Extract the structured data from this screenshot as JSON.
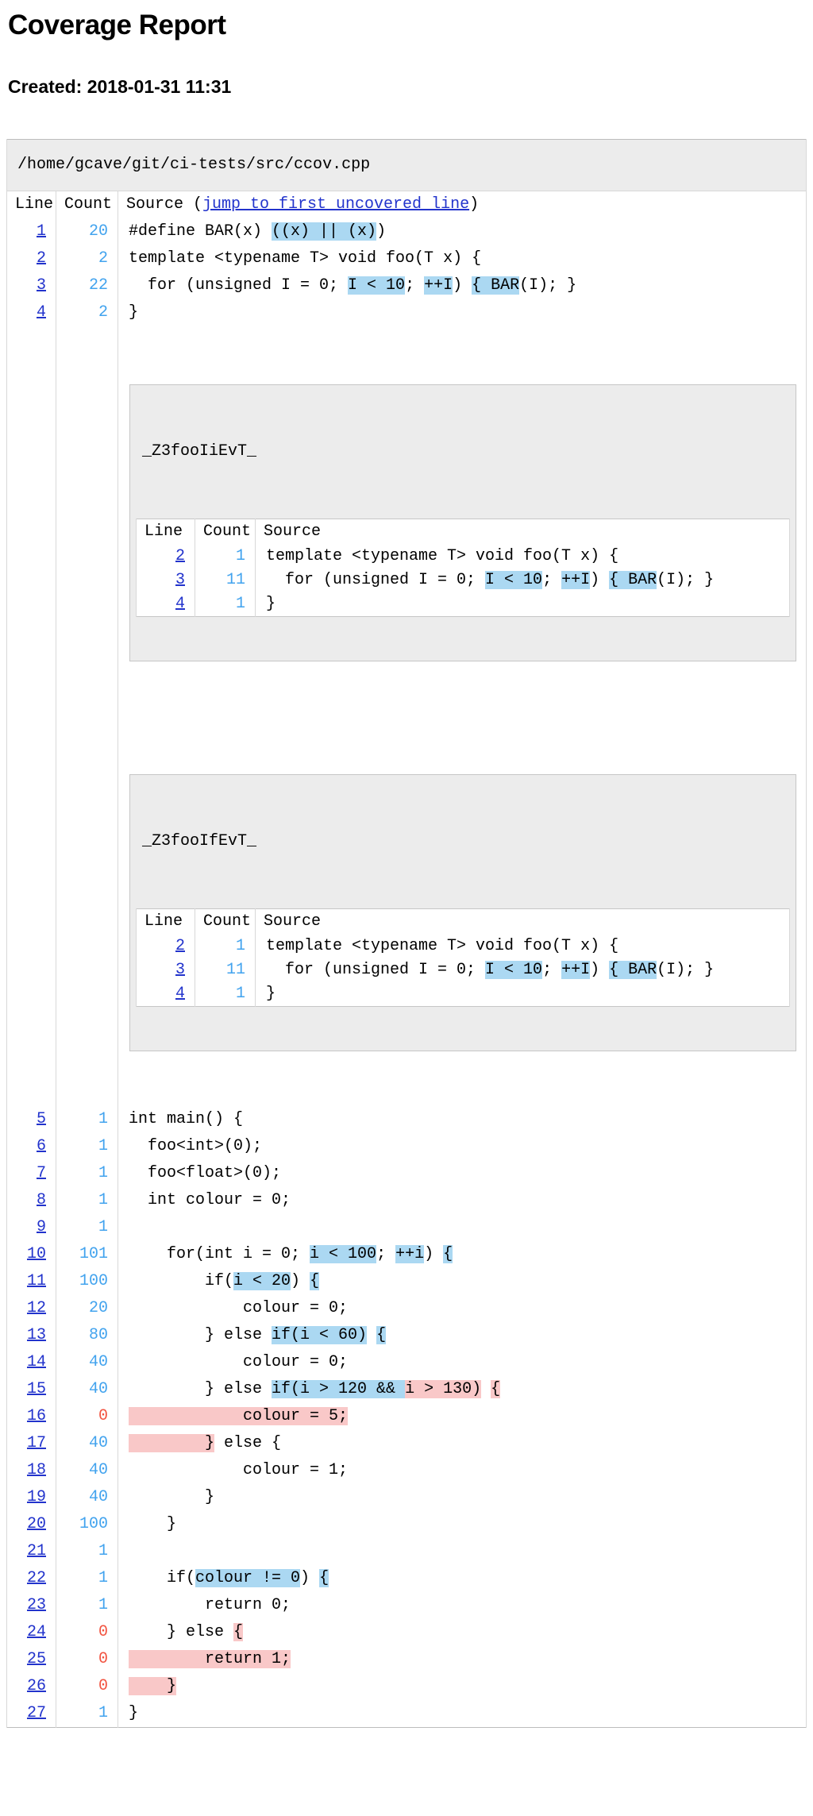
{
  "page": {
    "title": "Coverage Report",
    "created_label": "Created:",
    "created_value": "2018-01-31 11:31"
  },
  "report": {
    "file_path": "/home/gcave/git/ci-tests/src/ccov.cpp",
    "header": {
      "line": "Line",
      "count": "Count",
      "source_prefix": "Source (",
      "jump_link_text": "jump to first uncovered line",
      "source_suffix": ")",
      "jump_target_line": "16"
    },
    "body": [
      {
        "kind": "line",
        "line": "1",
        "count": "20",
        "zero": false,
        "segments": [
          [
            "#define BAR(x) ",
            ""
          ],
          [
            "((x) || (x)",
            "b"
          ],
          [
            ")",
            ""
          ]
        ]
      },
      {
        "kind": "line",
        "line": "2",
        "count": "2",
        "zero": false,
        "segments": [
          [
            "template <typename T> void foo(T x) {",
            ""
          ]
        ]
      },
      {
        "kind": "line",
        "line": "3",
        "count": "22",
        "zero": false,
        "segments": [
          [
            "  for (unsigned I = 0; ",
            ""
          ],
          [
            "I < 10",
            "b"
          ],
          [
            "; ",
            ""
          ],
          [
            "++I",
            "b"
          ],
          [
            ") ",
            ""
          ],
          [
            "{ BAR",
            "b"
          ],
          [
            "(I); }",
            ""
          ]
        ]
      },
      {
        "kind": "line",
        "line": "4",
        "count": "2",
        "zero": false,
        "segments": [
          [
            "}",
            ""
          ]
        ]
      },
      {
        "kind": "expansion",
        "index": 0
      },
      {
        "kind": "expansion",
        "index": 1
      },
      {
        "kind": "line",
        "line": "5",
        "count": "1",
        "zero": false,
        "segments": [
          [
            "int main() {",
            ""
          ]
        ]
      },
      {
        "kind": "line",
        "line": "6",
        "count": "1",
        "zero": false,
        "segments": [
          [
            "  foo<int>(0);",
            ""
          ]
        ]
      },
      {
        "kind": "line",
        "line": "7",
        "count": "1",
        "zero": false,
        "segments": [
          [
            "  foo<float>(0);",
            ""
          ]
        ]
      },
      {
        "kind": "line",
        "line": "8",
        "count": "1",
        "zero": false,
        "segments": [
          [
            "  int colour = 0;",
            ""
          ]
        ]
      },
      {
        "kind": "line",
        "line": "9",
        "count": "1",
        "zero": false,
        "segments": []
      },
      {
        "kind": "line",
        "line": "10",
        "count": "101",
        "zero": false,
        "segments": [
          [
            "    for(int i = 0; ",
            ""
          ],
          [
            "i < 100",
            "b"
          ],
          [
            "; ",
            ""
          ],
          [
            "++i",
            "b"
          ],
          [
            ") ",
            ""
          ],
          [
            "{",
            "b"
          ]
        ]
      },
      {
        "kind": "line",
        "line": "11",
        "count": "100",
        "zero": false,
        "segments": [
          [
            "        if(",
            ""
          ],
          [
            "i < 20",
            "b"
          ],
          [
            ") ",
            ""
          ],
          [
            "{",
            "b"
          ]
        ]
      },
      {
        "kind": "line",
        "line": "12",
        "count": "20",
        "zero": false,
        "segments": [
          [
            "            colour = 0;",
            ""
          ]
        ]
      },
      {
        "kind": "line",
        "line": "13",
        "count": "80",
        "zero": false,
        "segments": [
          [
            "        } else ",
            ""
          ],
          [
            "if(i < 60)",
            "b"
          ],
          [
            " ",
            ""
          ],
          [
            "{",
            "b"
          ]
        ]
      },
      {
        "kind": "line",
        "line": "14",
        "count": "40",
        "zero": false,
        "segments": [
          [
            "            colour = 0;",
            ""
          ]
        ]
      },
      {
        "kind": "line",
        "line": "15",
        "count": "40",
        "zero": false,
        "segments": [
          [
            "        } else ",
            ""
          ],
          [
            "if(i > 120 && ",
            "b"
          ],
          [
            "i > 130)",
            "r"
          ],
          [
            " ",
            ""
          ],
          [
            "{",
            "r"
          ]
        ]
      },
      {
        "kind": "line",
        "line": "16",
        "count": "0",
        "zero": true,
        "segments": [
          [
            "            colour = 5;",
            "r"
          ]
        ]
      },
      {
        "kind": "line",
        "line": "17",
        "count": "40",
        "zero": false,
        "segments": [
          [
            "        }",
            "r"
          ],
          [
            " else {",
            ""
          ]
        ]
      },
      {
        "kind": "line",
        "line": "18",
        "count": "40",
        "zero": false,
        "segments": [
          [
            "            colour = 1;",
            ""
          ]
        ]
      },
      {
        "kind": "line",
        "line": "19",
        "count": "40",
        "zero": false,
        "segments": [
          [
            "        }",
            ""
          ]
        ]
      },
      {
        "kind": "line",
        "line": "20",
        "count": "100",
        "zero": false,
        "segments": [
          [
            "    }",
            ""
          ]
        ]
      },
      {
        "kind": "line",
        "line": "21",
        "count": "1",
        "zero": false,
        "segments": []
      },
      {
        "kind": "line",
        "line": "22",
        "count": "1",
        "zero": false,
        "segments": [
          [
            "    if(",
            ""
          ],
          [
            "colour != 0",
            "b"
          ],
          [
            ") ",
            ""
          ],
          [
            "{",
            "b"
          ]
        ]
      },
      {
        "kind": "line",
        "line": "23",
        "count": "1",
        "zero": false,
        "segments": [
          [
            "        return 0;",
            ""
          ]
        ]
      },
      {
        "kind": "line",
        "line": "24",
        "count": "0",
        "zero": true,
        "segments": [
          [
            "    } else ",
            ""
          ],
          [
            "{",
            "r"
          ]
        ]
      },
      {
        "kind": "line",
        "line": "25",
        "count": "0",
        "zero": true,
        "segments": [
          [
            "        return 1;",
            "r"
          ]
        ]
      },
      {
        "kind": "line",
        "line": "26",
        "count": "0",
        "zero": true,
        "segments": [
          [
            "    }",
            "r"
          ]
        ]
      },
      {
        "kind": "line",
        "line": "27",
        "count": "1",
        "zero": false,
        "segments": [
          [
            "}",
            ""
          ]
        ]
      }
    ],
    "expansions": [
      {
        "name": "_Z3fooIiEvT_",
        "header": {
          "line": "Line",
          "count": "Count",
          "source": "Source"
        },
        "rows": [
          {
            "line": "2",
            "count": "1",
            "zero": false,
            "segments": [
              [
                "template <typename T> void foo(T x) {",
                ""
              ]
            ]
          },
          {
            "line": "3",
            "count": "11",
            "zero": false,
            "segments": [
              [
                "  for (unsigned I = 0; ",
                ""
              ],
              [
                "I < 10",
                "b"
              ],
              [
                "; ",
                ""
              ],
              [
                "++I",
                "b"
              ],
              [
                ") ",
                ""
              ],
              [
                "{ BAR",
                "b"
              ],
              [
                "(I); }",
                ""
              ]
            ]
          },
          {
            "line": "4",
            "count": "1",
            "zero": false,
            "segments": [
              [
                "}",
                ""
              ]
            ]
          }
        ]
      },
      {
        "name": "_Z3fooIfEvT_",
        "header": {
          "line": "Line",
          "count": "Count",
          "source": "Source"
        },
        "rows": [
          {
            "line": "2",
            "count": "1",
            "zero": false,
            "segments": [
              [
                "template <typename T> void foo(T x) {",
                ""
              ]
            ]
          },
          {
            "line": "3",
            "count": "11",
            "zero": false,
            "segments": [
              [
                "  for (unsigned I = 0; ",
                ""
              ],
              [
                "I < 10",
                "b"
              ],
              [
                "; ",
                ""
              ],
              [
                "++I",
                "b"
              ],
              [
                ") ",
                ""
              ],
              [
                "{ BAR",
                "b"
              ],
              [
                "(I); }",
                ""
              ]
            ]
          },
          {
            "line": "4",
            "count": "1",
            "zero": false,
            "segments": [
              [
                "}",
                ""
              ]
            ]
          }
        ]
      }
    ]
  },
  "colors": {
    "link_blue": "#2233cc",
    "covered_count": "#42a3ee",
    "uncovered_count": "#f25340",
    "covered_region": "#abd8f2",
    "uncovered_region": "#f9c8c8",
    "panel_gray": "#ececec",
    "border_gray": "#c6c6c6"
  }
}
